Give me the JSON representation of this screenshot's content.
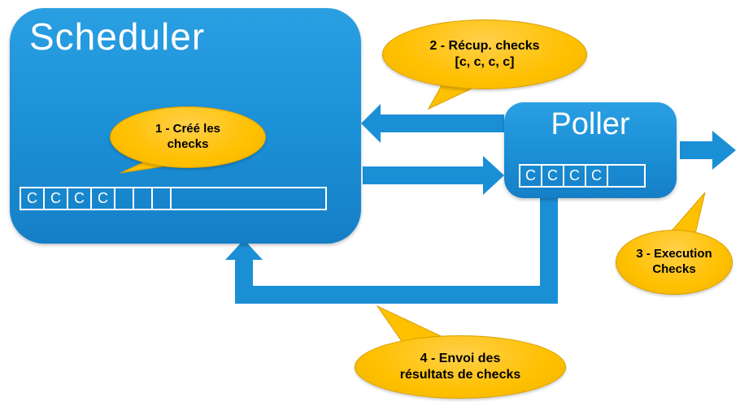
{
  "scheduler": {
    "title": "Scheduler",
    "queue": [
      "C",
      "C",
      "C",
      "C",
      "",
      "",
      "",
      ""
    ]
  },
  "poller": {
    "title": "Poller",
    "queue": [
      "C",
      "C",
      "C",
      "C",
      ""
    ]
  },
  "callouts": {
    "create": {
      "line1": "1 - Créé les",
      "line2": "checks"
    },
    "fetch": {
      "line1": "2 - Récup. checks",
      "line2": "[c, c, c, c]"
    },
    "execute": {
      "line1": "3 - Execution",
      "line2": "Checks"
    },
    "send": {
      "line1": "4 - Envoi des",
      "line2": "résultats de checks"
    }
  },
  "colors": {
    "box_blue": "#1B8FD6",
    "callout_gold": "#FFC000"
  }
}
